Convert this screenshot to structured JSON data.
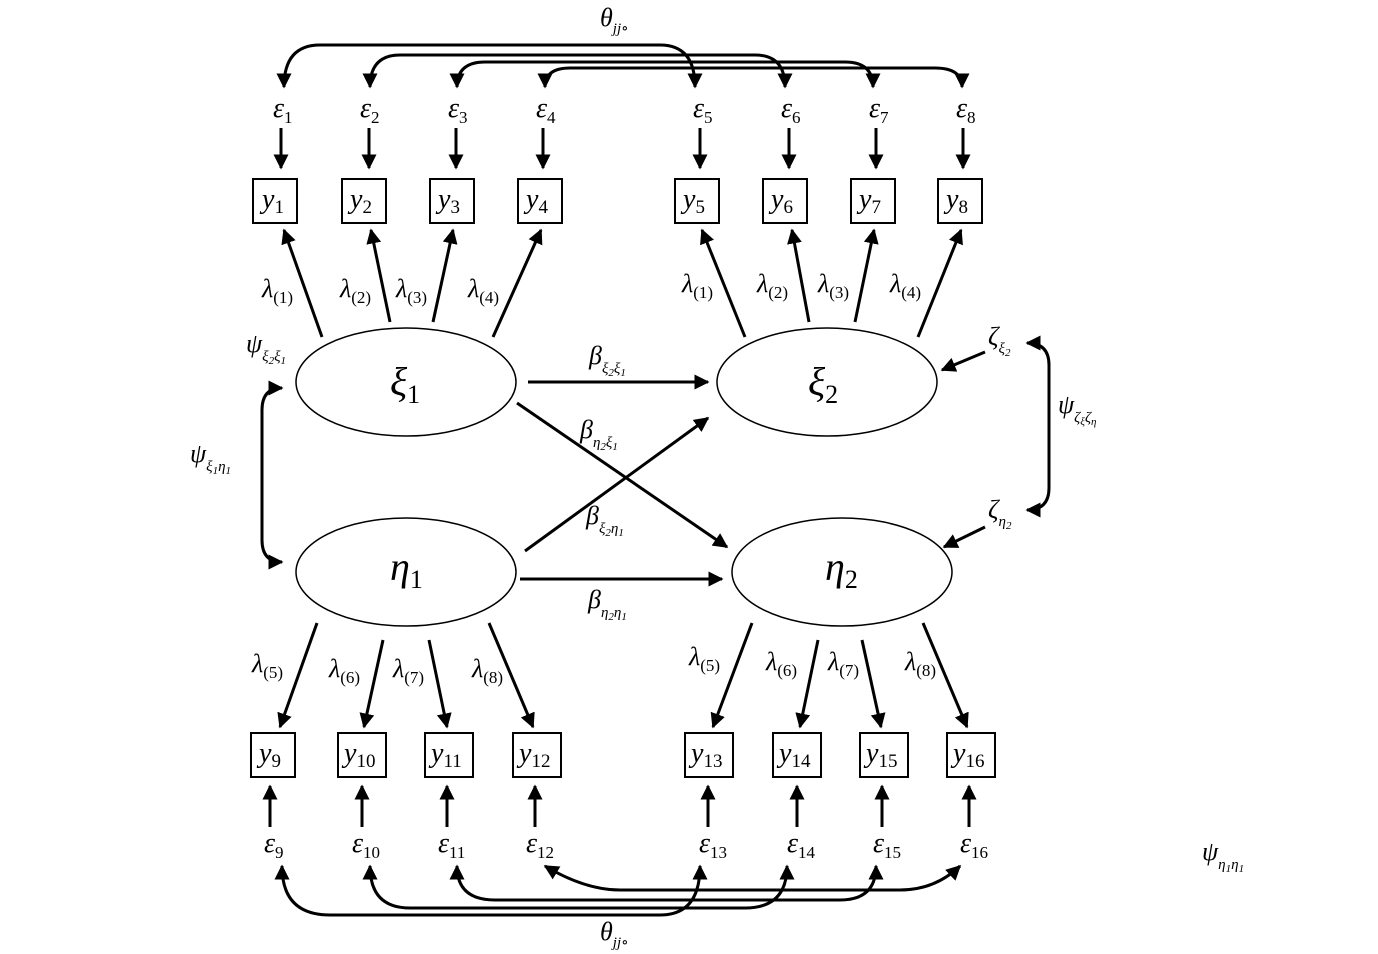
{
  "latents": {
    "xi1": {
      "sym": "ξ",
      "sub": "1"
    },
    "xi2": {
      "sym": "ξ",
      "sub": "2"
    },
    "eta1": {
      "sym": "η",
      "sub": "1"
    },
    "eta2": {
      "sym": "η",
      "sub": "2"
    }
  },
  "observed": [
    {
      "sym": "y",
      "sub": "1"
    },
    {
      "sym": "y",
      "sub": "2"
    },
    {
      "sym": "y",
      "sub": "3"
    },
    {
      "sym": "y",
      "sub": "4"
    },
    {
      "sym": "y",
      "sub": "5"
    },
    {
      "sym": "y",
      "sub": "6"
    },
    {
      "sym": "y",
      "sub": "7"
    },
    {
      "sym": "y",
      "sub": "8"
    },
    {
      "sym": "y",
      "sub": "9"
    },
    {
      "sym": "y",
      "sub": "10"
    },
    {
      "sym": "y",
      "sub": "11"
    },
    {
      "sym": "y",
      "sub": "12"
    },
    {
      "sym": "y",
      "sub": "13"
    },
    {
      "sym": "y",
      "sub": "14"
    },
    {
      "sym": "y",
      "sub": "15"
    },
    {
      "sym": "y",
      "sub": "16"
    }
  ],
  "errors": [
    {
      "sym": "ε",
      "sub": "1"
    },
    {
      "sym": "ε",
      "sub": "2"
    },
    {
      "sym": "ε",
      "sub": "3"
    },
    {
      "sym": "ε",
      "sub": "4"
    },
    {
      "sym": "ε",
      "sub": "5"
    },
    {
      "sym": "ε",
      "sub": "6"
    },
    {
      "sym": "ε",
      "sub": "7"
    },
    {
      "sym": "ε",
      "sub": "8"
    },
    {
      "sym": "ε",
      "sub": "9"
    },
    {
      "sym": "ε",
      "sub": "10"
    },
    {
      "sym": "ε",
      "sub": "11"
    },
    {
      "sym": "ε",
      "sub": "12"
    },
    {
      "sym": "ε",
      "sub": "13"
    },
    {
      "sym": "ε",
      "sub": "14"
    },
    {
      "sym": "ε",
      "sub": "15"
    },
    {
      "sym": "ε",
      "sub": "16"
    }
  ],
  "loadings": {
    "xi1": [
      {
        "sym": "λ",
        "sub": "(1)"
      },
      {
        "sym": "λ",
        "sub": "(2)"
      },
      {
        "sym": "λ",
        "sub": "(3)"
      },
      {
        "sym": "λ",
        "sub": "(4)"
      }
    ],
    "xi2": [
      {
        "sym": "λ",
        "sub": "(1)"
      },
      {
        "sym": "λ",
        "sub": "(2)"
      },
      {
        "sym": "λ",
        "sub": "(3)"
      },
      {
        "sym": "λ",
        "sub": "(4)"
      }
    ],
    "eta1": [
      {
        "sym": "λ",
        "sub": "(5)"
      },
      {
        "sym": "λ",
        "sub": "(6)"
      },
      {
        "sym": "λ",
        "sub": "(7)"
      },
      {
        "sym": "λ",
        "sub": "(8)"
      }
    ],
    "eta2": [
      {
        "sym": "λ",
        "sub": "(5)"
      },
      {
        "sym": "λ",
        "sub": "(6)"
      },
      {
        "sym": "λ",
        "sub": "(7)"
      },
      {
        "sym": "λ",
        "sub": "(8)"
      }
    ]
  },
  "paths": {
    "b_xi2_xi1": {
      "sym": "β",
      "sub": "ξ",
      "sub2a": "2",
      "subb": "ξ",
      "sub2b": "1"
    },
    "b_eta2_xi1": {
      "sym": "β",
      "sub": "η",
      "sub2a": "2",
      "subb": "ξ",
      "sub2b": "1"
    },
    "b_xi2_eta1": {
      "sym": "β",
      "sub": "ξ",
      "sub2a": "2",
      "subb": "η",
      "sub2b": "1"
    },
    "b_eta2_eta1": {
      "sym": "β",
      "sub": "η",
      "sub2a": "2",
      "subb": "η",
      "sub2b": "1"
    }
  },
  "covariances": {
    "psi_xi2_xi1": {
      "sym": "ψ",
      "sub": "ξ",
      "sub2a": "2",
      "subb": "ξ",
      "sub2b": "1"
    },
    "psi_xi1_eta1": {
      "sym": "ψ",
      "sub": "ξ",
      "sub2a": "1",
      "subb": "η",
      "sub2b": "1"
    },
    "psi_zeta": {
      "sym": "ψ",
      "sub": "ζ",
      "sub2a": "ξ",
      "subb": "ζ",
      "sub2b": "η"
    },
    "psi_eta1_eta1": {
      "sym": "ψ",
      "sub": "η",
      "sub2a": "1",
      "subb": "η",
      "sub2b": "1"
    }
  },
  "disturbances": {
    "zeta_xi2": {
      "sym": "ζ",
      "sub": "ξ",
      "sub2": "2"
    },
    "zeta_eta2": {
      "sym": "ζ",
      "sub": "η",
      "sub2": "2"
    }
  },
  "theta_top": {
    "sym": "θ",
    "sub": "jj∘"
  },
  "theta_bottom": {
    "sym": "θ",
    "sub": "jj∘"
  }
}
